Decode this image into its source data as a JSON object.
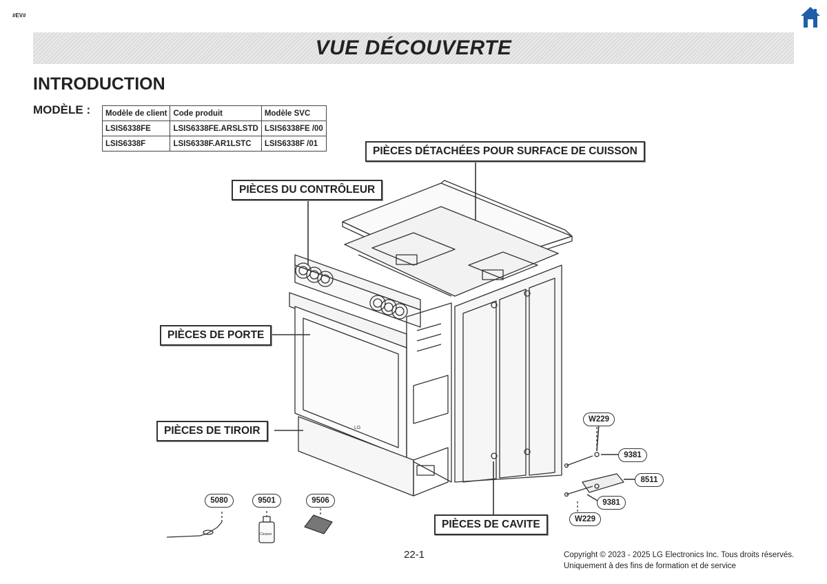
{
  "header": {
    "marker": "#EV#",
    "title": "VUE DÉCOUVERTE"
  },
  "intro": {
    "heading": "INTRODUCTION",
    "model_label": "MODÈLE :"
  },
  "model_table": {
    "columns": [
      "Modèle de client",
      "Code produit",
      "Modèle SVC"
    ],
    "rows": [
      [
        "LSIS6338FE",
        "LSIS6338FE.ARSLSTD",
        "LSIS6338FE  /00"
      ],
      [
        "LSIS6338F",
        "LSIS6338F.AR1LSTC",
        "LSIS6338F  /01"
      ]
    ]
  },
  "callouts": {
    "cooktop": "PIÈCES DÉTACHÉES POUR SURFACE DE CUISSON",
    "controller": "PIÈCES DU CONTRÔLEUR",
    "door": "PIÈCES DE PORTE",
    "drawer": "PIÈCES DE TIROIR",
    "cavity": "PIÈCES DE CAVITE"
  },
  "part_numbers": {
    "probe": "5080",
    "cleaner": "9501",
    "pad": "9506",
    "w229_top": "W229",
    "p9381_top": "9381",
    "p8511": "8511",
    "p9381_bottom": "9381",
    "w229_bottom": "W229"
  },
  "product_labels": {
    "cleaner_bottle": "Cleaner",
    "brand": "LG"
  },
  "footer": {
    "page": "22-1",
    "copyright_line1": "Copyright © 2023 - 2025 LG Electronics Inc. Tous droits réservés.",
    "copyright_line2": "Uniquement à des fins de formation et de service"
  },
  "icons": {
    "home": "home-icon"
  },
  "colors": {
    "title_bar": "#e2e2e2",
    "home_icon": "#1e5fa8",
    "line": "#333333"
  }
}
